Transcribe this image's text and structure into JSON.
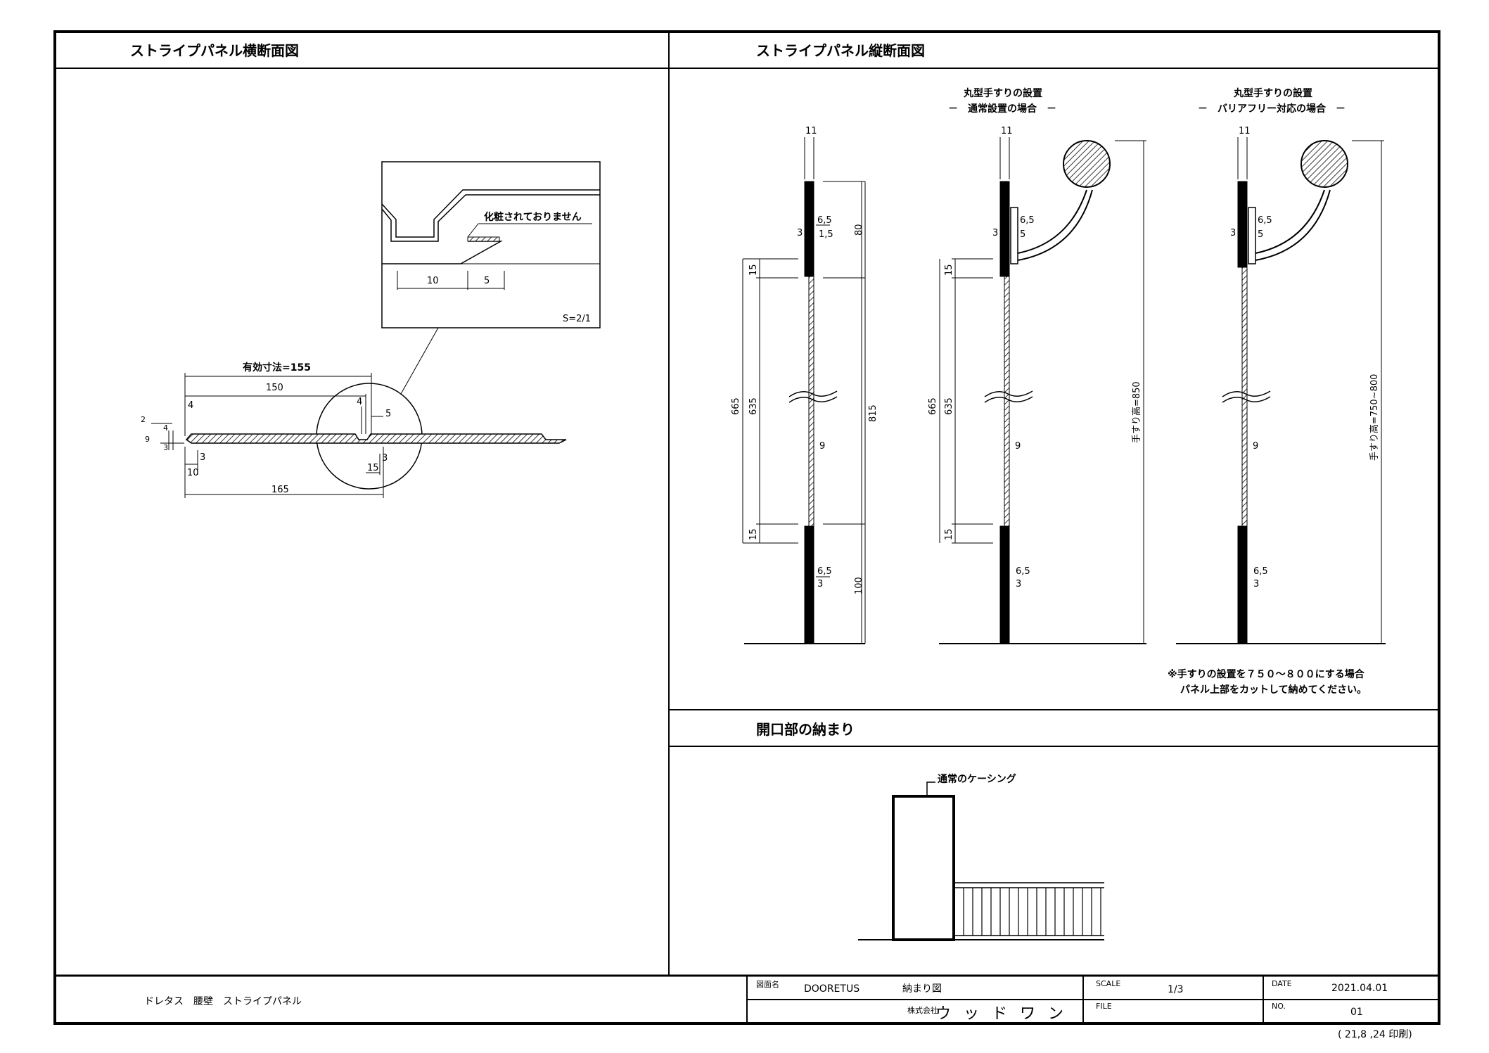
{
  "panel_titles": {
    "horizontal": "ストライプパネル横断面図",
    "vertical": "ストライプパネル縦断面図",
    "opening": "開口部の納まり"
  },
  "horizontal_section": {
    "detail_note": "化粧されておりません",
    "detail_scale": "S=2/1",
    "detail_dims": [
      "10",
      "5"
    ],
    "effective_label": "有効寸法=155",
    "dims": {
      "d150": "150",
      "d165": "165",
      "d4a": "4",
      "d4b": "4",
      "d5": "5",
      "d3a": "3",
      "d10": "10",
      "d15": "15",
      "d3b": "3",
      "left_2": "2",
      "left_4": "4",
      "left_9": "9",
      "left_3": "3"
    }
  },
  "vertical_section": {
    "normal_caption": [
      "丸型手すりの設置",
      "－　通常設置の場合　－"
    ],
    "barrier_caption": [
      "丸型手すりの設置",
      "－　バリアフリー対応の場合　－"
    ],
    "dims": {
      "d11": "11",
      "d6_5": "6,5",
      "d1_5": "1,5",
      "d3": "3",
      "d80": "80",
      "d15": "15",
      "d665": "665",
      "d635": "635",
      "d815": "815",
      "d9": "9",
      "d100": "100",
      "d5": "5"
    },
    "handrail_height_normal": "手すり高=850",
    "handrail_height_barrier": "手すり高=750~800",
    "note": [
      "※手すりの設置を７５０～８００にする場合",
      "パネル上部をカットして納めてください。"
    ]
  },
  "opening": {
    "casing_label": "通常のケーシング"
  },
  "title_block": {
    "product": "ドレタス　腰壁　ストライプパネル",
    "drawing_name_label": "図面名",
    "brand": "DOORETUS",
    "drawing_name": "納まり図",
    "company_prefix": "株式会社",
    "company": "ウッドワン",
    "scale_label": "SCALE",
    "scale": "1/3",
    "file_label": "FILE",
    "date_label": "DATE",
    "date": "2021.04.01",
    "no_label": "NO.",
    "no": "01"
  },
  "print_stamp": "( 21,8 ,24 印刷)"
}
